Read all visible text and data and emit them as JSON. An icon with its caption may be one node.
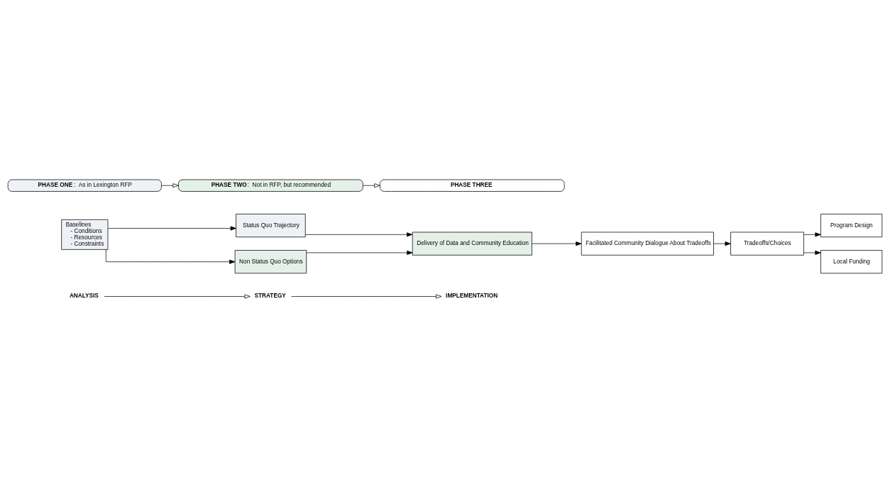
{
  "diagram": {
    "nodes": [
      {
        "text": [
          "ANALYSIS"
        ]
      },
      {
        "text": [
          "STRATEGY"
        ]
      },
      {
        "text": [
          "IMPLEMENTATION"
        ]
      },
      {
        "text": [
          "Baselines",
          "- Conditions",
          "- Resources",
          "- Constraints"
        ]
      },
      {
        "text": [
          "Status Quo Trajectory"
        ]
      },
      {
        "text": [
          "Non Status Quo Options"
        ]
      },
      {
        "text": [
          "Delivery of Data and Community Education"
        ]
      },
      {
        "text": [
          "Facilitated Community Dialogue About Tradeoffs"
        ]
      },
      {
        "text": [
          "Tradeoffs/Choices"
        ]
      },
      {
        "text": [
          "Program Design"
        ]
      },
      {
        "text": [
          "Local Funding"
        ]
      },
      {
        "text": [
          "**PHASE ONE**:  As in Lexington RFP"
        ]
      },
      {
        "text": [
          "**PHASE TWO**:  Not in RFP, but recommended"
        ]
      },
      {
        "text": [
          "PHASE THREE"
        ]
      }
    ],
    "edges": [
      {
        "from": 0,
        "to": 1,
        "arrow": "to"
      },
      {
        "from": 1,
        "to": 2,
        "arrow": "to"
      },
      {
        "from": 3,
        "to": 4,
        "arrow": "to"
      },
      {
        "from": 3,
        "to": 5,
        "arrow": "to"
      },
      {
        "from": 4,
        "to": 6,
        "arrow": "to"
      },
      {
        "from": 5,
        "to": 6,
        "arrow": "to"
      },
      {
        "from": 6,
        "to": 7,
        "arrow": "to"
      },
      {
        "from": 7,
        "to": 8,
        "arrow": "to"
      },
      {
        "from": 8,
        "to": 9,
        "arrow": "to"
      },
      {
        "from": 8,
        "to": 10,
        "arrow": "to"
      },
      {
        "from": 11,
        "to": 12,
        "arrow": "to"
      },
      {
        "from": 12,
        "to": 13,
        "arrow": "to"
      }
    ]
  }
}
